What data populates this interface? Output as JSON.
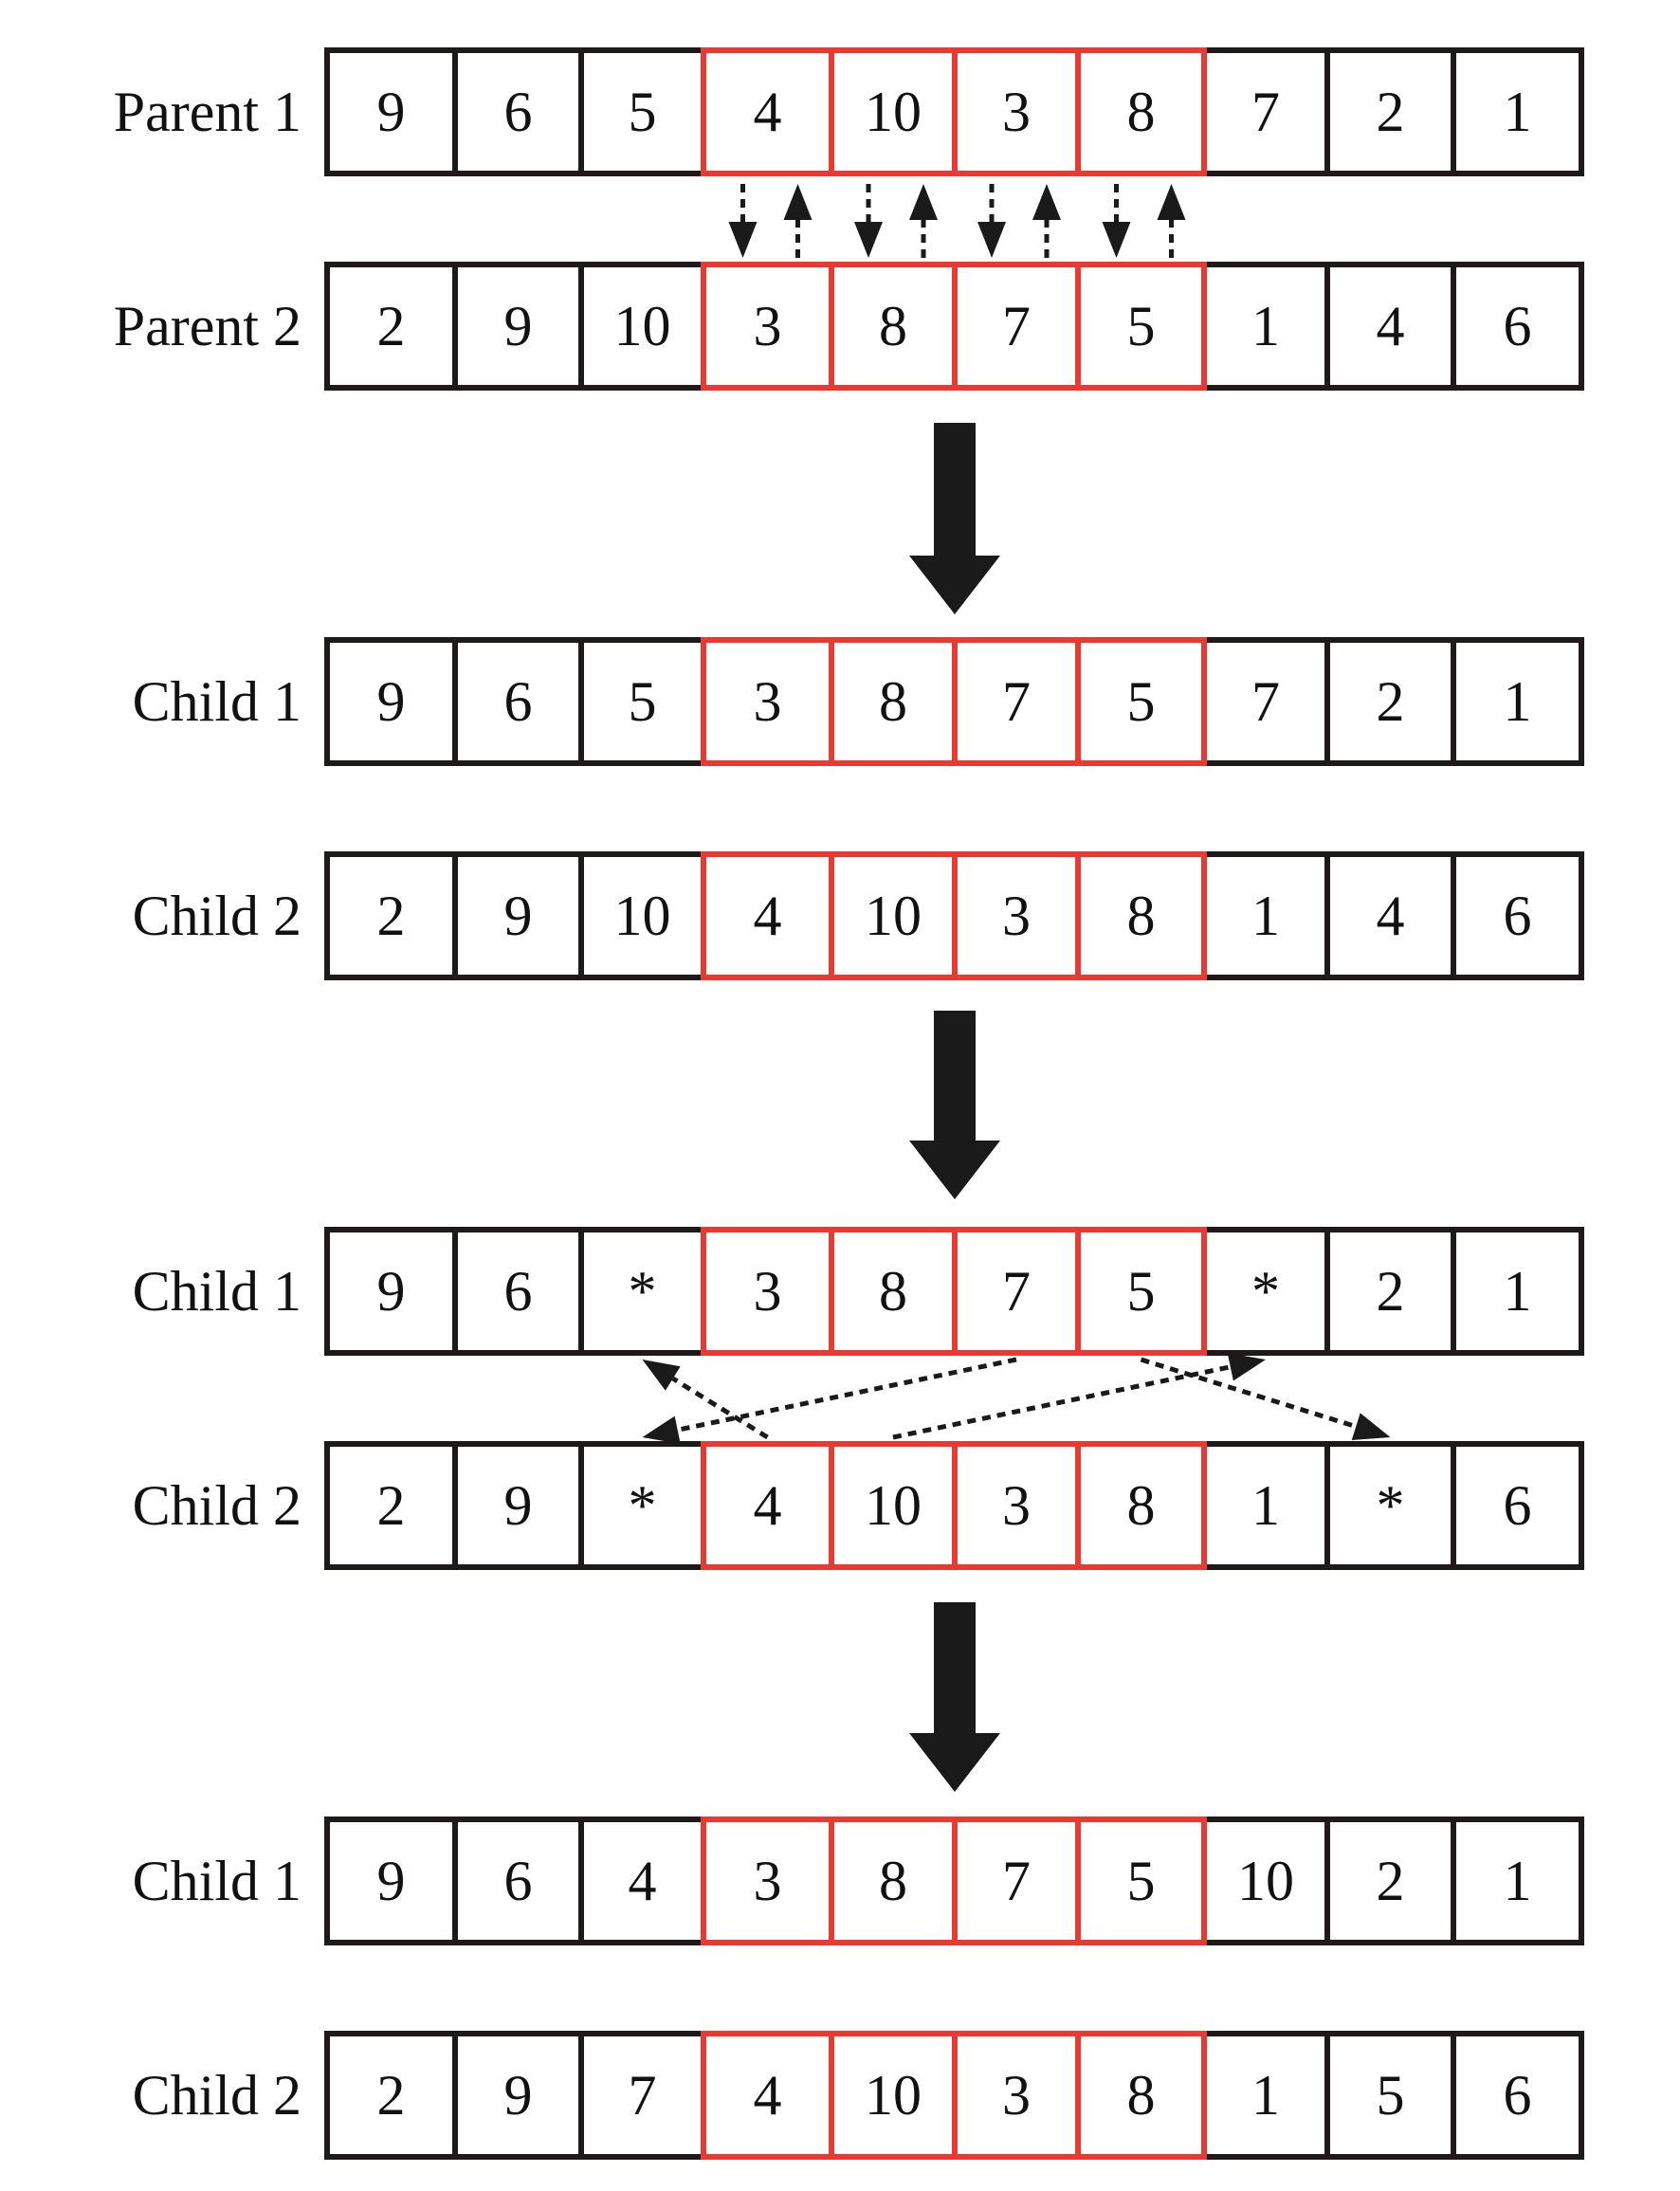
{
  "colors": {
    "cell_border": "#1f1a1a",
    "highlight_border": "#e63a33",
    "arrow": "#1a1a1a",
    "text": "#111111"
  },
  "highlight_range": [
    3,
    6
  ],
  "stages": [
    {
      "rows": [
        {
          "label": "Parent 1",
          "values": [
            "9",
            "6",
            "5",
            "4",
            "10",
            "3",
            "8",
            "7",
            "2",
            "1"
          ]
        },
        {
          "label": "Parent 2",
          "values": [
            "2",
            "9",
            "10",
            "3",
            "8",
            "7",
            "5",
            "1",
            "4",
            "6"
          ]
        }
      ]
    },
    {
      "rows": [
        {
          "label": "Child 1",
          "values": [
            "9",
            "6",
            "5",
            "3",
            "8",
            "7",
            "5",
            "7",
            "2",
            "1"
          ]
        },
        {
          "label": "Child 2",
          "values": [
            "2",
            "9",
            "10",
            "4",
            "10",
            "3",
            "8",
            "1",
            "4",
            "6"
          ]
        }
      ]
    },
    {
      "rows": [
        {
          "label": "Child 1",
          "values": [
            "9",
            "6",
            "*",
            "3",
            "8",
            "7",
            "5",
            "*",
            "2",
            "1"
          ]
        },
        {
          "label": "Child 2",
          "values": [
            "2",
            "9",
            "*",
            "4",
            "10",
            "3",
            "8",
            "1",
            "*",
            "6"
          ]
        }
      ]
    },
    {
      "rows": [
        {
          "label": "Child 1",
          "values": [
            "9",
            "6",
            "4",
            "3",
            "8",
            "7",
            "5",
            "10",
            "2",
            "1"
          ]
        },
        {
          "label": "Child 2",
          "values": [
            "2",
            "9",
            "7",
            "4",
            "10",
            "3",
            "8",
            "1",
            "5",
            "6"
          ]
        }
      ]
    }
  ],
  "swap_arrows": [
    {
      "from": [
        2,
        1,
        3
      ],
      "to": [
        2,
        0,
        2
      ]
    },
    {
      "from": [
        2,
        0,
        5
      ],
      "to": [
        2,
        1,
        2
      ]
    },
    {
      "from": [
        2,
        1,
        4
      ],
      "to": [
        2,
        0,
        7
      ]
    },
    {
      "from": [
        2,
        0,
        6
      ],
      "to": [
        2,
        1,
        8
      ]
    }
  ]
}
